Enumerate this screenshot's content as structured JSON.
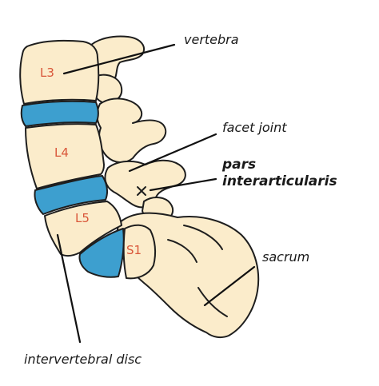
{
  "labels": {
    "vertebra": "vertebra",
    "facet_joint": "facet joint",
    "pars_line1": "pars",
    "pars_line2": "interarticularis",
    "sacrum": "sacrum",
    "intervertebral_disc": "intervertebral disc"
  },
  "vertebra_marks": {
    "l3": "L3",
    "l4": "L4",
    "l5": "L5",
    "s1": "S1"
  },
  "colors": {
    "bone": "#fbeccb",
    "disc": "#3d9fcf",
    "outline": "#1e1e1e",
    "vertebra_mark": "#d9573a"
  }
}
